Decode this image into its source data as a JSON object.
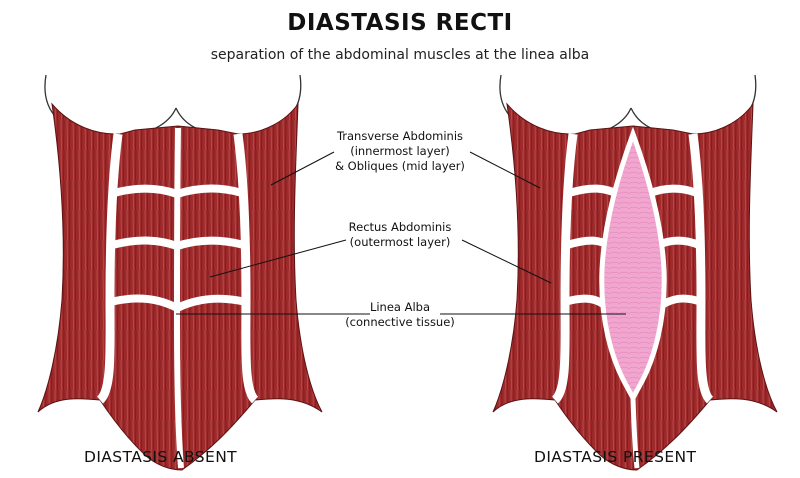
{
  "header": {
    "title": "DIASTASIS RECTI",
    "subtitle": "separation of the abdominal muscles at the linea alba"
  },
  "labels": {
    "transverse": [
      "Transverse Abdominis",
      "(innermost layer)",
      "& Obliques (mid layer)"
    ],
    "rectus": [
      "Rectus Abdominis",
      "(outermost layer)"
    ],
    "linea": [
      "Linea Alba",
      "(connective tissue)"
    ]
  },
  "captions": {
    "left": "DIASTASIS ABSENT",
    "right": "DIASTASIS PRESENT"
  },
  "colors": {
    "muscle": "#9e2a2b",
    "muscle_dark": "#7a1a1c",
    "muscle_stripe": "#b8474a",
    "connective": "#f0a6cf",
    "outline": "#333333"
  }
}
